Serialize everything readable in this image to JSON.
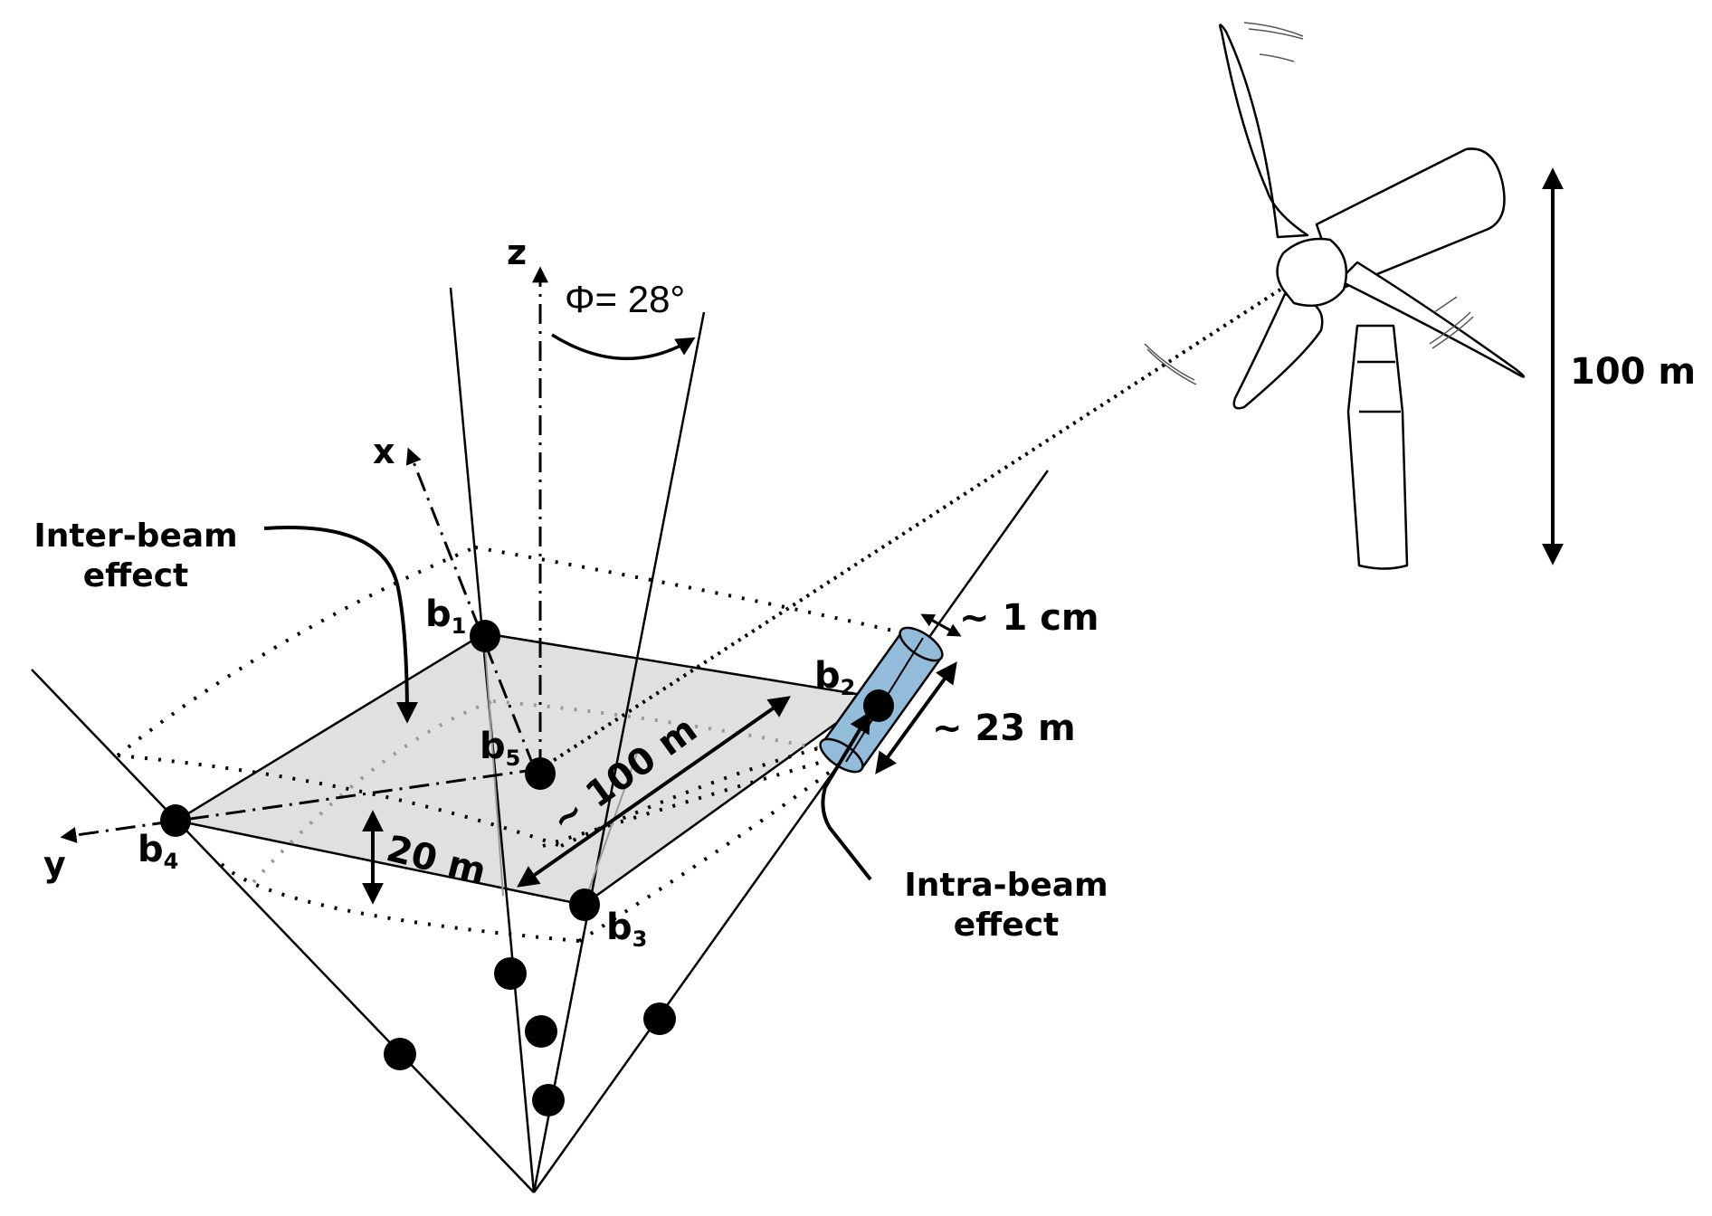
{
  "diagram": {
    "title": "Five-beam lidar scanning geometry near a wind turbine",
    "axes": {
      "x": "x",
      "y": "y",
      "z": "z"
    },
    "opening_angle": {
      "symbol": "Φ",
      "text": "= 28°",
      "value_deg": 28
    },
    "beams": [
      {
        "id": "b1",
        "base": "b",
        "sub": "1"
      },
      {
        "id": "b2",
        "base": "b",
        "sub": "2"
      },
      {
        "id": "b3",
        "base": "b",
        "sub": "3"
      },
      {
        "id": "b4",
        "base": "b",
        "sub": "4"
      },
      {
        "id": "b5",
        "base": "b",
        "sub": "5"
      }
    ],
    "annotations": {
      "inter_beam": [
        "Inter-beam",
        "effect"
      ],
      "intra_beam": [
        "Intra-beam",
        "effect"
      ],
      "beam_separation": "~ 100 m",
      "layer_spacing": "20 m",
      "probe_length": "~ 23 m",
      "probe_width": "~ 1 cm",
      "turbine_height": "100 m"
    },
    "colors": {
      "plane_fill": "#e0e0e0",
      "probe_volume": "#92bcd9",
      "ink": "#000000",
      "faint_line": "#9a9a9a"
    }
  }
}
